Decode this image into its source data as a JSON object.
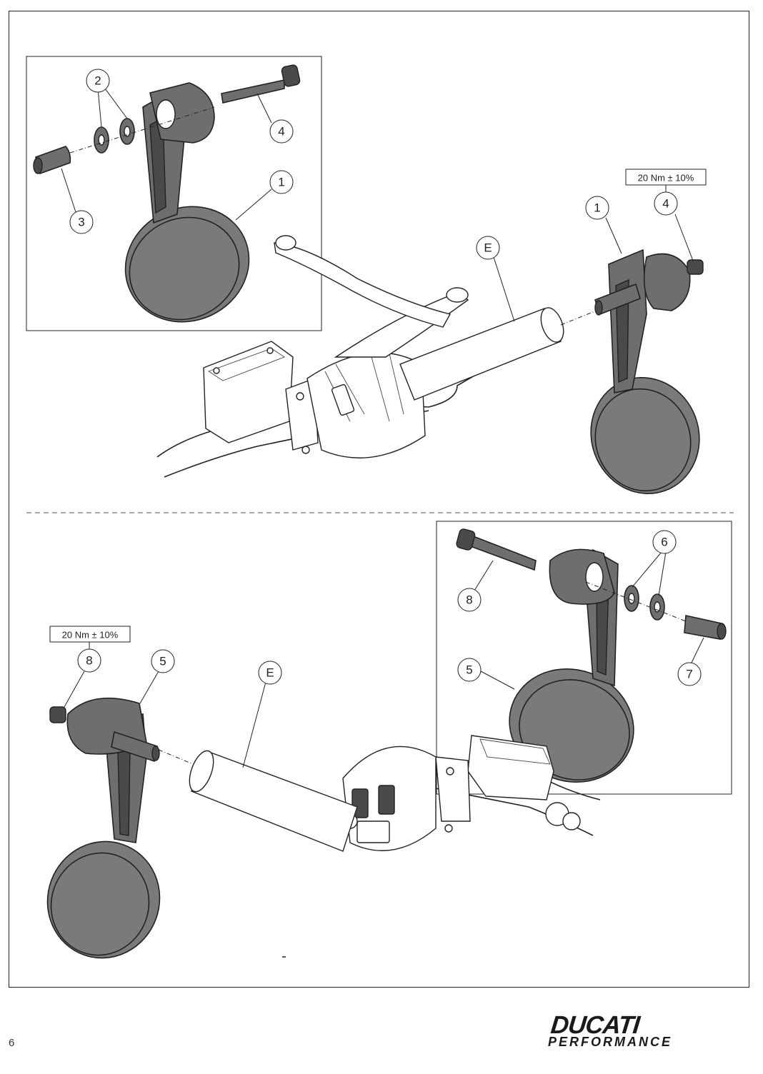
{
  "callouts": {
    "detail_top": {
      "c1": "1",
      "c2": "2",
      "c3": "3",
      "c4": "4"
    },
    "main_top": {
      "c1": "1",
      "c4": "4",
      "cE": "E"
    },
    "detail_bottom": {
      "c5": "5",
      "c6": "6",
      "c7": "7",
      "c8": "8"
    },
    "main_bottom": {
      "c5": "5",
      "c8": "8",
      "cE": "E"
    }
  },
  "torque": {
    "top_label": "20 Nm ± 10%",
    "bottom_label": "20 Nm ± 10%"
  },
  "footer": {
    "page_number": "6",
    "logo_main": "DUCATI",
    "logo_sub": "PERFORMANCE"
  },
  "colors": {
    "part_fill": "#6e6e6e",
    "part_dark": "#4a4a4a",
    "outline": "#222222"
  }
}
